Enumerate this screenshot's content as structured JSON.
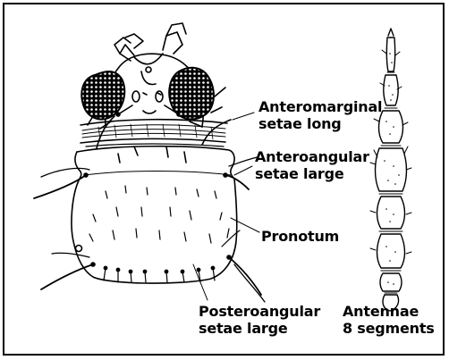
{
  "figure": {
    "labels": {
      "anteromarginal": [
        "Anteromarginal",
        "setae long"
      ],
      "anteroangular": [
        "Anteroangular",
        "setae large"
      ],
      "pronotum": "Pronotum",
      "posteroangular": [
        "Posteroangular",
        "setae large"
      ],
      "antennae": [
        "Antennae",
        "8 segments"
      ]
    },
    "colors": {
      "ink": "#000000",
      "background": "#ffffff"
    }
  }
}
